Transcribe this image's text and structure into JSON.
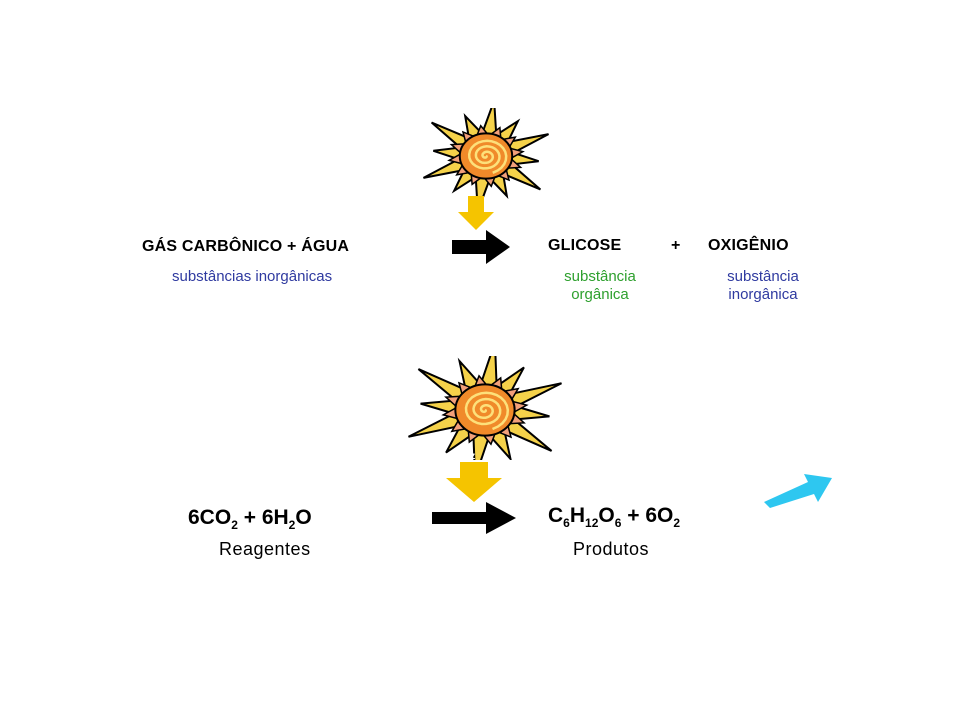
{
  "colors": {
    "inorganic": "#2f3aa0",
    "organic": "#2ea02e",
    "down_arrow": "#f5c400",
    "right_arrow": "#000000",
    "cyan_arrow": "#2ec7f0",
    "sun_outer": "#f4a11a",
    "sun_tips": "#f5d24a",
    "sun_inner": "#f08a2a",
    "sun_core": "#ff7d1a"
  },
  "icons": [
    "sun-icon",
    "down-arrow-icon",
    "right-arrow-icon",
    "up-right-arrow-icon"
  ],
  "top": {
    "reactants": "GÁS CARBÔNICO + ÁGUA",
    "reactants_note": "substâncias inorgânicas",
    "product1": "GLICOSE",
    "plus": "+",
    "product2": "OXIGÊNIO",
    "product1_note_line1": "substância",
    "product1_note_line2": "orgânica",
    "product2_note_line1": "substância",
    "product2_note_line2": "inorgânica"
  },
  "bottom": {
    "luz": "Luz",
    "reagentes": "Reagentes",
    "produtos": "Produtos",
    "reactants": {
      "co2_coef": "6CO",
      "co2_sub": "2",
      "plus": "+ 6H",
      "h2o_sub": "2",
      "h2o_tail": "O"
    },
    "products": {
      "c": "C",
      "c_sub": "6",
      "h": "H",
      "h_sub": "12",
      "o": "O",
      "o_sub": "6",
      "plus": "+ 6O",
      "o2_sub": "2"
    }
  }
}
